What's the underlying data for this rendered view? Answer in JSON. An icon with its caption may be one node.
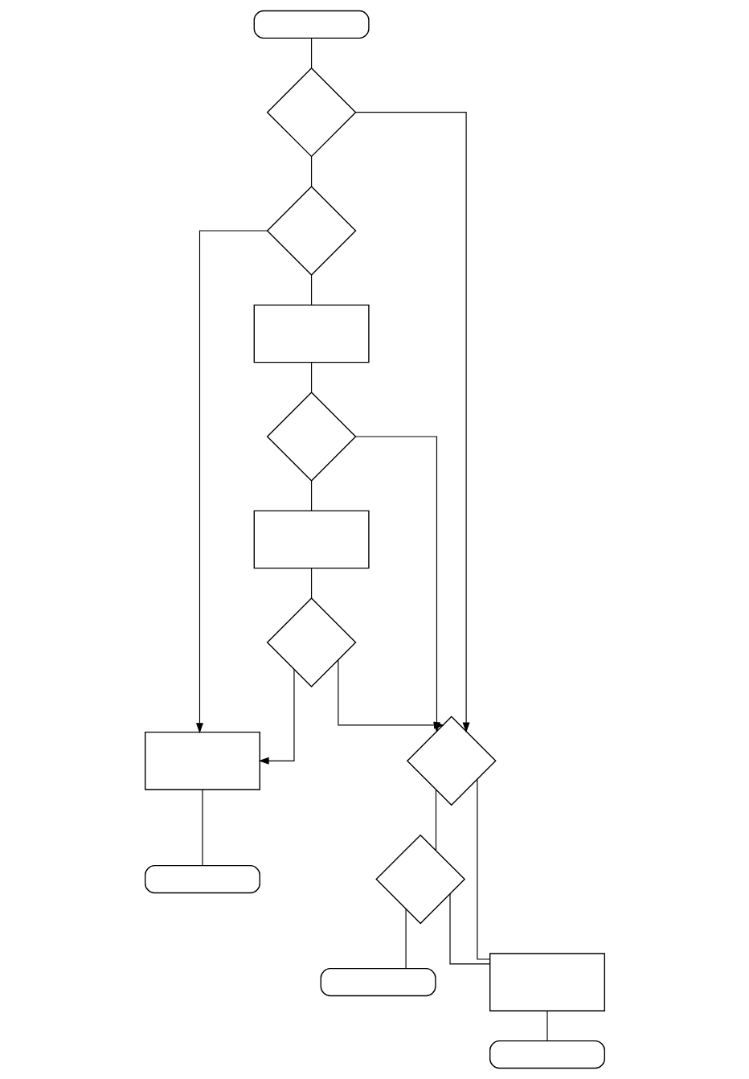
{
  "diagram": {
    "nodes": [
      {
        "text": [],
        "shape": "pill"
      },
      {
        "text": [],
        "shape": "diamond"
      },
      {
        "text": [],
        "shape": "diamond"
      },
      {
        "text": [],
        "shape": "box"
      },
      {
        "text": [],
        "shape": "diamond"
      },
      {
        "text": [],
        "shape": "box"
      },
      {
        "text": [],
        "shape": "diamond"
      },
      {
        "text": [],
        "shape": "diamond"
      },
      {
        "text": [],
        "shape": "box"
      },
      {
        "text": [],
        "shape": "pill"
      },
      {
        "text": [],
        "shape": "diamond"
      },
      {
        "text": [],
        "shape": "box"
      },
      {
        "text": [],
        "shape": "pill"
      },
      {
        "text": [],
        "shape": "pill"
      }
    ],
    "edges": [
      {
        "from": 0,
        "to": 1,
        "arrow": "none"
      },
      {
        "from": 1,
        "to": 7,
        "arrow": "to"
      },
      {
        "from": 1,
        "to": 2,
        "arrow": "none"
      },
      {
        "from": 2,
        "to": 8,
        "arrow": "to"
      },
      {
        "from": 2,
        "to": 3,
        "arrow": "none"
      },
      {
        "from": 3,
        "to": 4,
        "arrow": "none"
      },
      {
        "from": 4,
        "to": 7,
        "arrow": "to"
      },
      {
        "from": 4,
        "to": 5,
        "arrow": "none"
      },
      {
        "from": 5,
        "to": 6,
        "arrow": "none"
      },
      {
        "from": 6,
        "to": 7,
        "arrow": "to"
      },
      {
        "from": 6,
        "to": 8,
        "arrow": "to"
      },
      {
        "from": 8,
        "to": 9,
        "arrow": "none"
      },
      {
        "from": 7,
        "to": 11,
        "arrow": "none"
      },
      {
        "from": 7,
        "to": 10,
        "arrow": "none"
      },
      {
        "from": 10,
        "to": 11,
        "arrow": "none"
      },
      {
        "from": 10,
        "to": 12,
        "arrow": "none"
      },
      {
        "from": 11,
        "to": 13,
        "arrow": "none"
      }
    ]
  }
}
